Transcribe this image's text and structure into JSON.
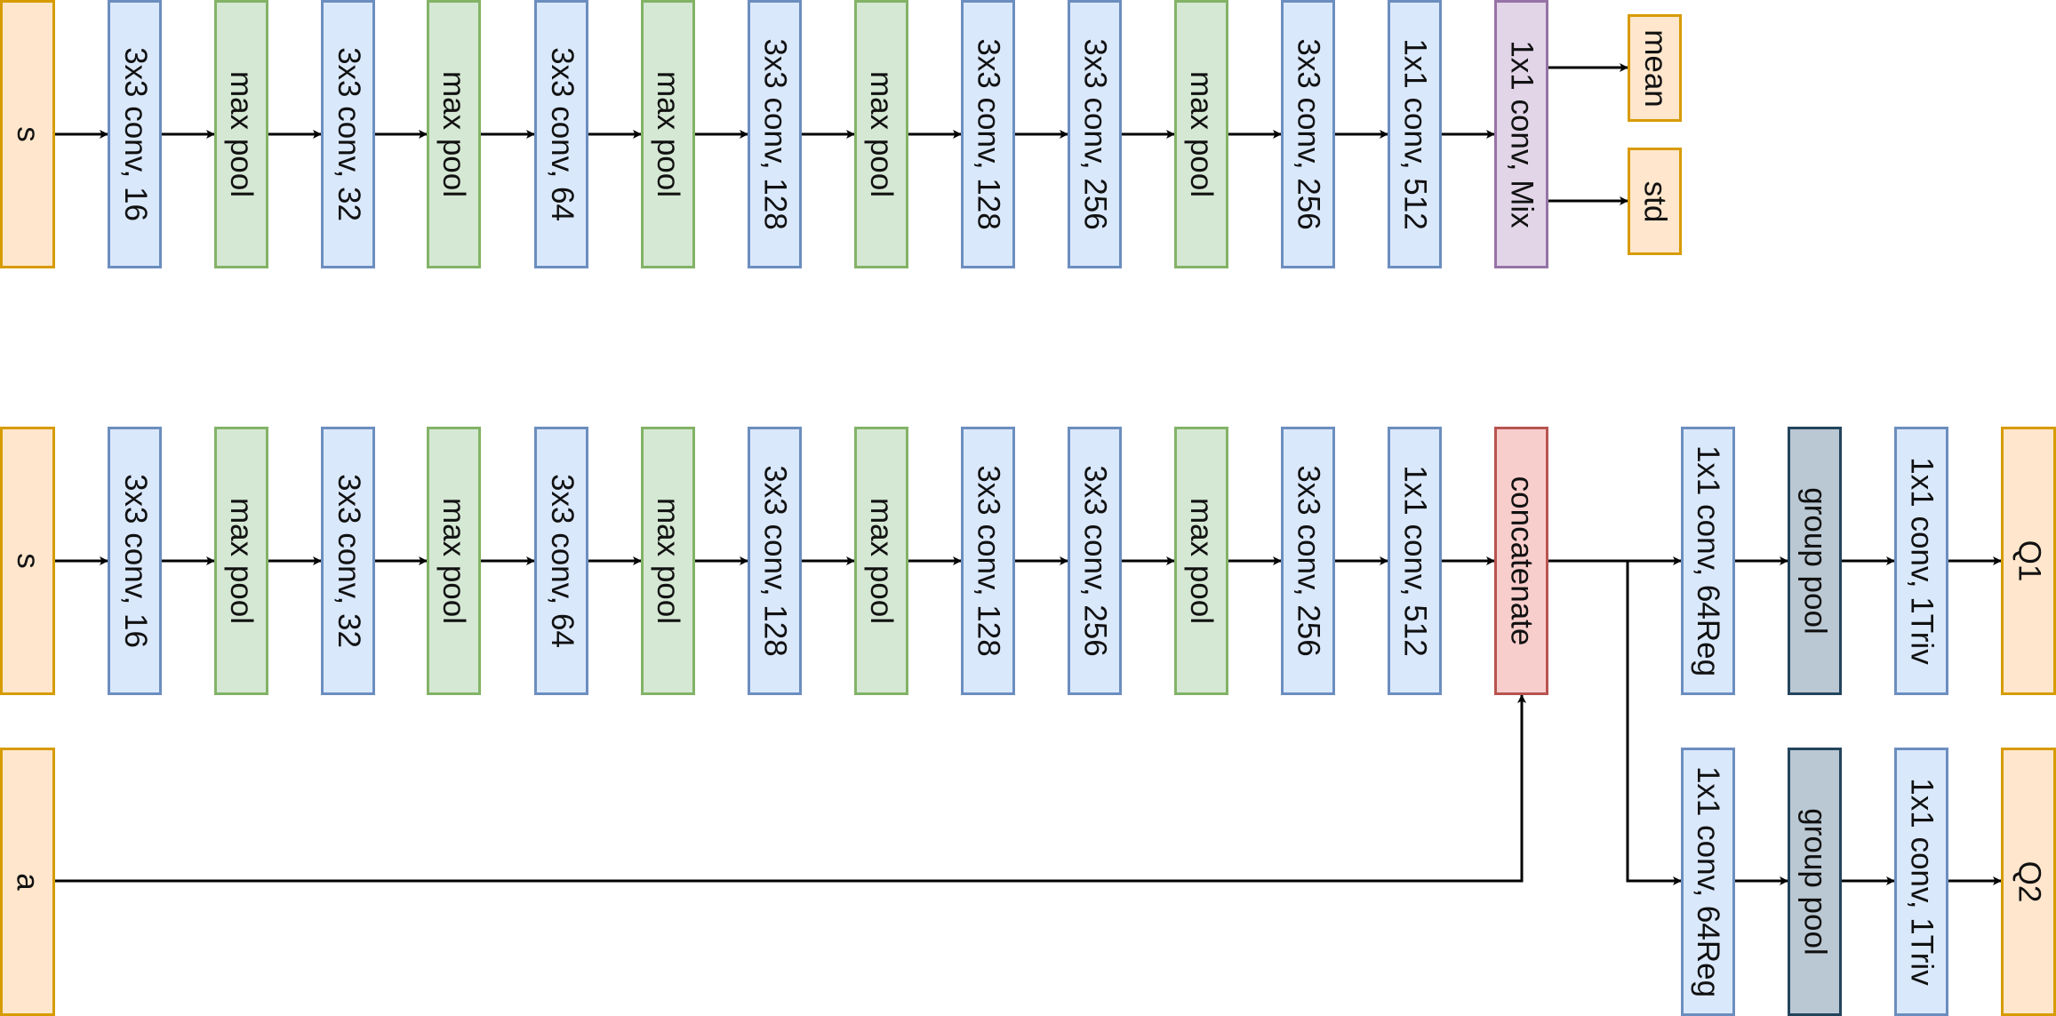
{
  "actor": {
    "input": "s",
    "layers": [
      "3x3 conv, 16",
      "max pool",
      "3x3 conv, 32",
      "max pool",
      "3x3 conv, 64",
      "max pool",
      "3x3 conv, 128",
      "max pool",
      "3x3 conv, 128",
      "3x3 conv, 256",
      "max pool",
      "3x3 conv, 256",
      "1x1 conv, 512",
      "1x1 conv, Mix"
    ],
    "outputs": [
      "mean",
      "std"
    ]
  },
  "critic": {
    "state_input": "s",
    "action_input": "a",
    "layers": [
      "3x3 conv, 16",
      "max pool",
      "3x3 conv, 32",
      "max pool",
      "3x3 conv, 64",
      "max pool",
      "3x3 conv, 128",
      "max pool",
      "3x3 conv, 128",
      "3x3 conv, 256",
      "max pool",
      "3x3 conv, 256",
      "1x1 conv, 512",
      "concatenate"
    ],
    "head1": [
      "1x1 conv, 64Reg",
      "group pool",
      "1x1 conv, 1Triv",
      "Q1"
    ],
    "head2": [
      "1x1 conv, 64Reg",
      "group pool",
      "1x1 conv, 1Triv",
      "Q2"
    ]
  },
  "colors": {
    "conv_fill": "#dae8fc",
    "conv_border": "#6c8ebf",
    "pool_fill": "#d5e8d4",
    "pool_border": "#82b366",
    "io_fill": "#ffe6cc",
    "io_border": "#d79b00",
    "mix_fill": "#e1d5e7",
    "mix_border": "#9673a6",
    "concat_fill": "#f8cecc",
    "concat_border": "#b85450",
    "group_pool_fill": "#bac8d3",
    "group_pool_border": "#23445d"
  }
}
